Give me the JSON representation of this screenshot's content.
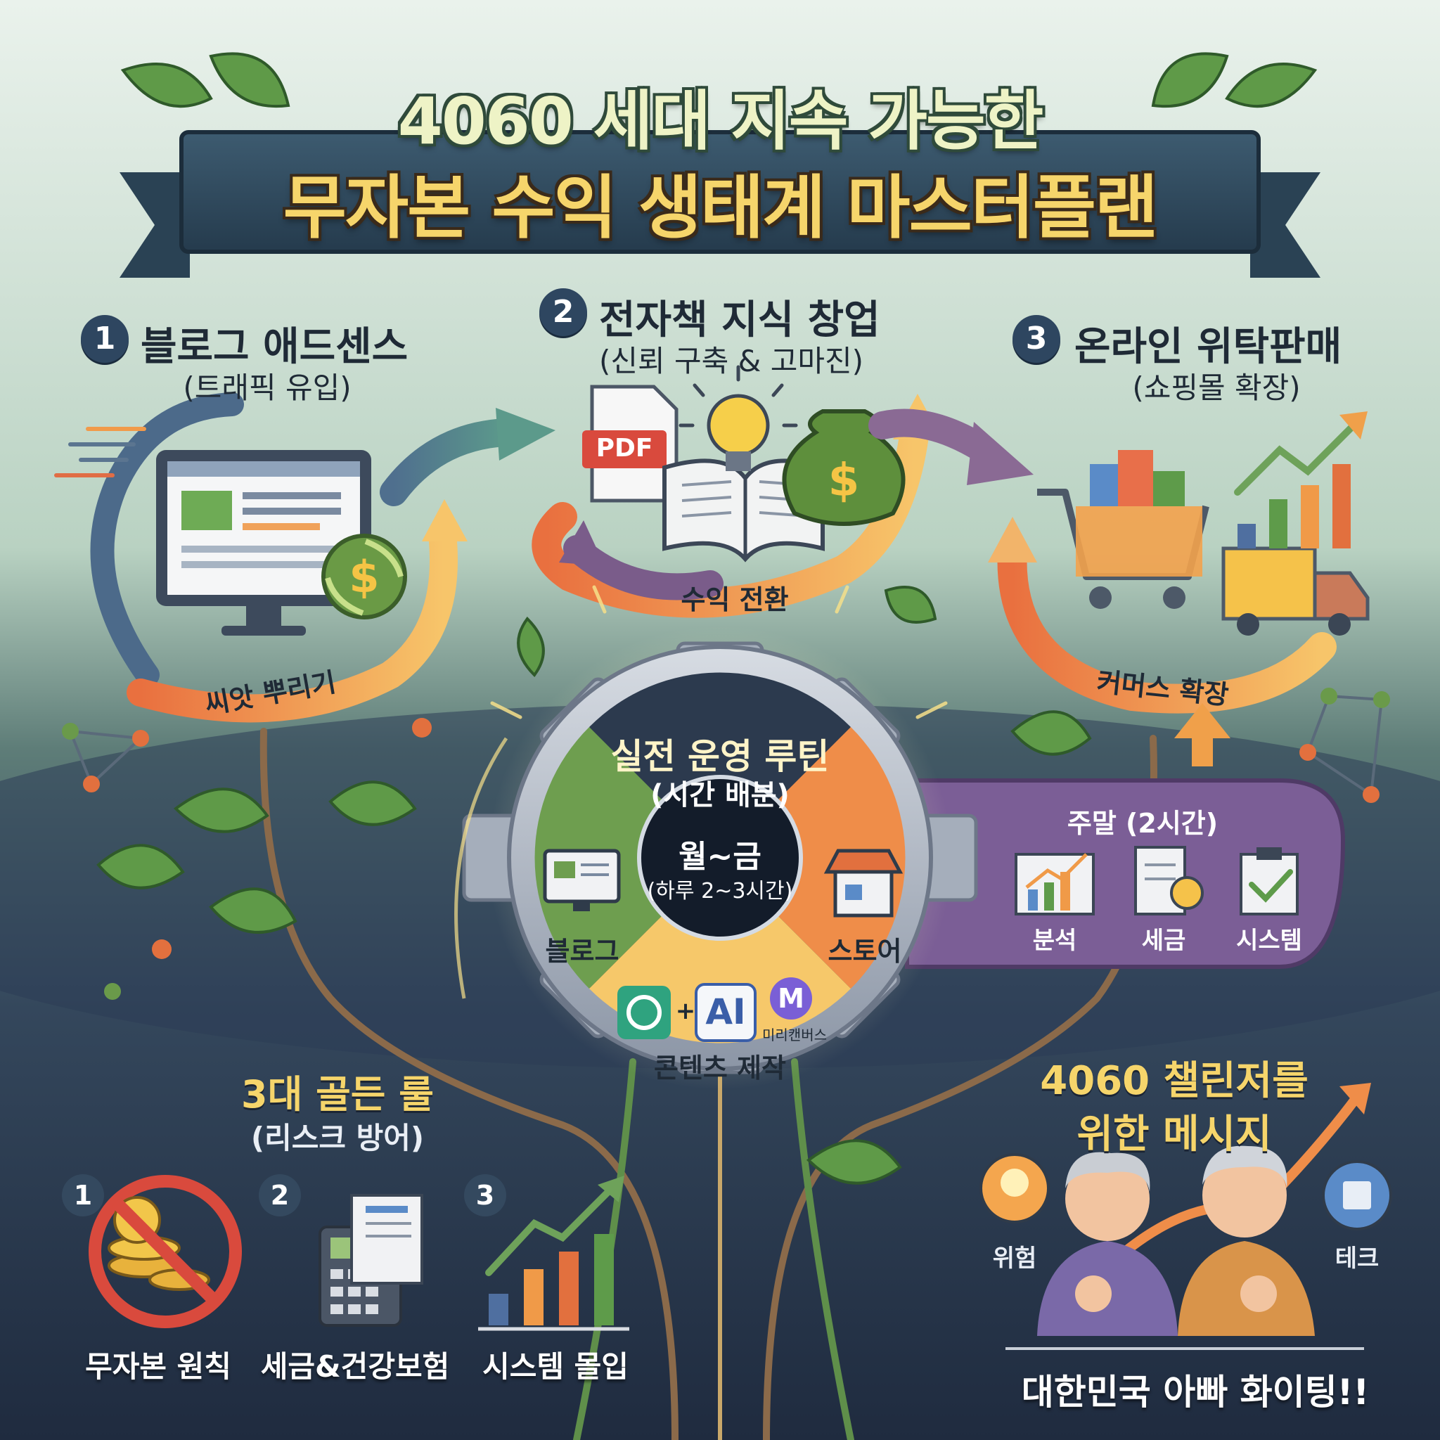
{
  "title": {
    "line1": "4060 세대 지속 가능한",
    "line2": "무자본 수익 생태계 마스터플랜"
  },
  "stages": [
    {
      "number": "1",
      "title": "블로그 애드센스",
      "subtitle": "(트래픽 유입)",
      "arrow_label": "씨앗 뿌리기"
    },
    {
      "number": "2",
      "title": "전자책 지식 창업",
      "subtitle": "(신뢰 구축 & 고마진)",
      "arrow_label": "수익 전환",
      "doc_badge": "PDF"
    },
    {
      "number": "3",
      "title": "온라인 위탁판매",
      "subtitle": "(쇼핑몰 확장)",
      "arrow_label": "커머스 확장"
    }
  ],
  "routine": {
    "title": "실전 운영 루틴",
    "subtitle": "(시간 배분)",
    "center_title": "월~금",
    "center_sub": "(하루 2~3시간)",
    "segments": {
      "blog": "블로그",
      "store": "스토어",
      "content": "콘텐츠 제작",
      "ai_badge": "AI",
      "plus": "+",
      "canvas_logo": "M",
      "canvas_name": "미리캔버스"
    }
  },
  "weekend": {
    "title": "주말 (2시간)",
    "items": [
      "분석",
      "세금",
      "시스템"
    ]
  },
  "golden_rules": {
    "title": "3대 골든 룰",
    "subtitle": "(리스크 방어)",
    "rules": [
      {
        "number": "1",
        "label": "무자본 원칙"
      },
      {
        "number": "2",
        "label": "세금&건강보험"
      },
      {
        "number": "3",
        "label": "시스템 몰입"
      }
    ]
  },
  "message": {
    "title_line1": "4060 챌린저를",
    "title_line2": "위한 메시지",
    "left_icon_label": "위험",
    "right_icon_label": "테크",
    "footer": "대한민국 아빠 화이팅!!"
  },
  "colors": {
    "bg_top": "#e4efe6",
    "bg_bottom": "#233249",
    "banner": "#2f4a5e",
    "accent_orange": "#f19a4a",
    "accent_green": "#6e9e4f",
    "accent_purple": "#7b5e96",
    "accent_blue": "#4a6e94",
    "gold": "#f6d56b"
  },
  "icons": [
    "dollar-icon",
    "lightbulb-icon",
    "money-bag-icon",
    "shopping-cart-icon",
    "truck-icon",
    "bar-chart-icon",
    "gear-icon",
    "calculator-icon",
    "no-coins-icon",
    "chip-icon",
    "leaf-icon",
    "monitor-icon"
  ]
}
